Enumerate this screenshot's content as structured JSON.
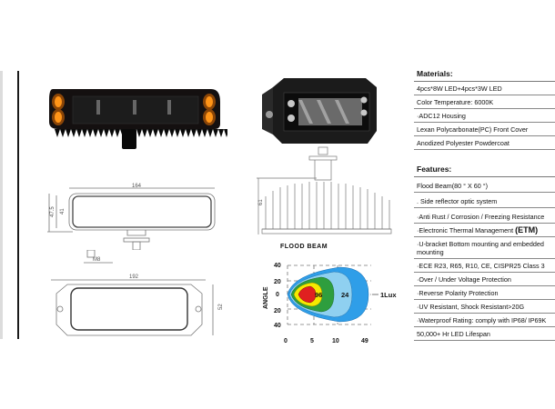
{
  "specs": {
    "materials_title": "Materials:",
    "materials": [
      "4pcs*8W LED+4pcs*3W  LED",
      "Color Temperature: 6000K",
      "·ADC12 Housing",
      "Lexan Polycarbonate(PC) Front Cover",
      "Anodized Polyester Powdercoat"
    ],
    "features_title": "Features:",
    "features": [
      " Flood Beam(80 ° X 60 °)",
      ". Side reflector optic system",
      " ·Anti Rust / Corrosion / Freezing Resistance",
      " ·Electronic Thermal Management ",
      " ·U-bracket Bottom mounting and embedded mounting",
      " ·ECE R23, R65, R10, CE, CISPR25 Class 3",
      " ·Over / Under Voltage Protection",
      " ·Reverse Polarity Protection",
      " ·UV Resistant, Shock Resistant>20G",
      " ·Waterproof Rating: comply with IP68/ IP69K",
      "50,000+ Hr LED Lifespan"
    ],
    "etm_label": "(ETM)"
  },
  "dimensions": {
    "front_width": "164",
    "front_height_outer": "47.5",
    "front_height_inner": "41",
    "bolt": "M8",
    "top_width": "192",
    "top_depth": "52",
    "side_height": "61"
  },
  "chart_data": {
    "type": "area",
    "title": "FLOOD  BEAM",
    "ylabel": "ANGLE",
    "xlabel": "",
    "y_ticks": [
      "40",
      "20",
      "0",
      "20",
      "40"
    ],
    "x_ticks": [
      "0",
      "5",
      "10",
      "49"
    ],
    "contours": [
      {
        "lux": 96,
        "color": "#e02020",
        "reach": 5
      },
      {
        "lux": 96,
        "color": "#f5e900",
        "reach": 5
      },
      {
        "lux": 24,
        "color": "#2e9e3e",
        "reach": 10
      },
      {
        "lux": 24,
        "color": "#8fd0f0",
        "reach": 10
      },
      {
        "lux": 1,
        "color": "#2f9ee8",
        "reach": 49
      }
    ],
    "labels": [
      "96",
      "24",
      "1Lux"
    ]
  },
  "colors": {
    "amber": "#ff9a1a",
    "housing": "#1a1a1a"
  }
}
